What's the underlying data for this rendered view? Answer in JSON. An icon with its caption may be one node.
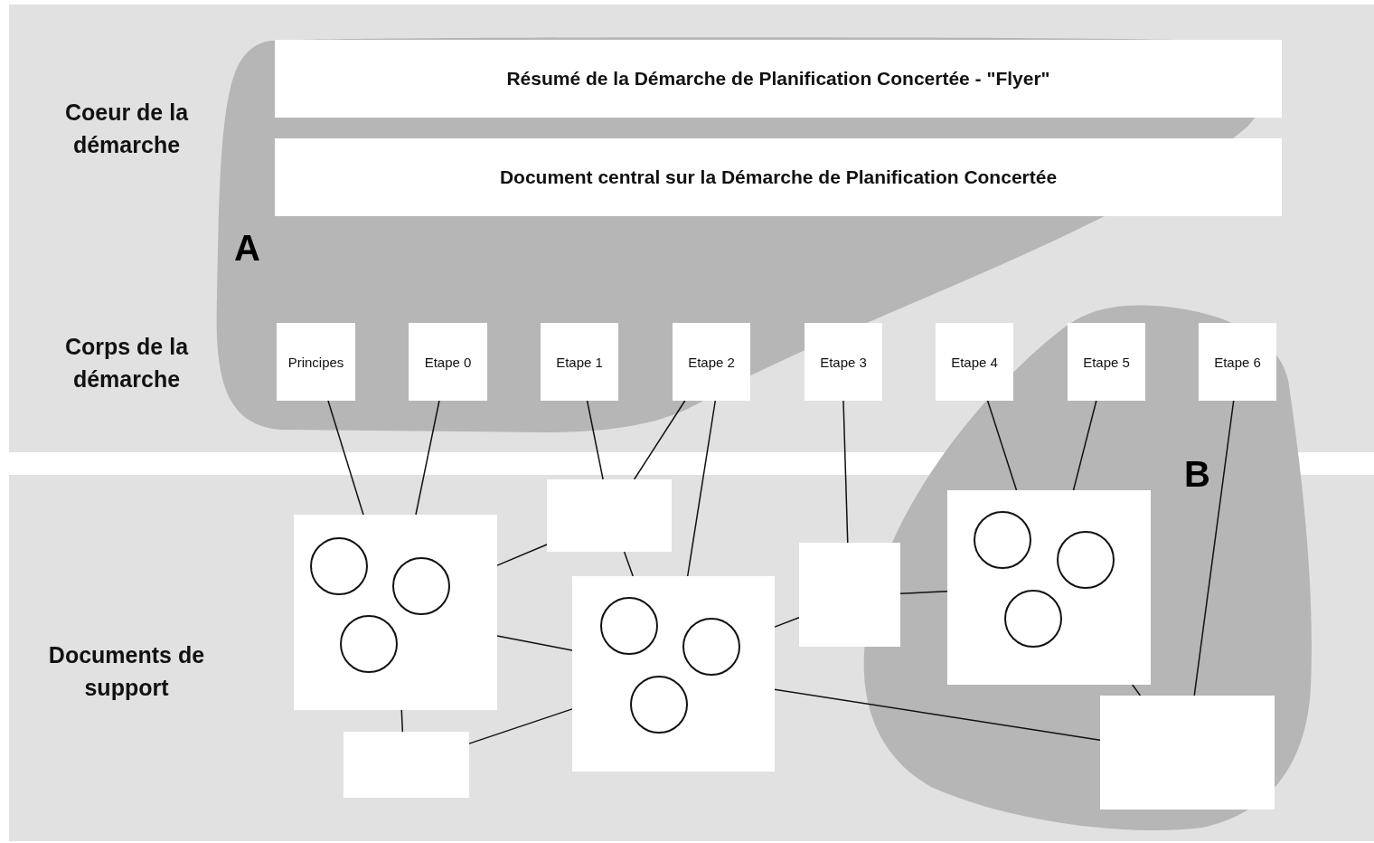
{
  "diagram": {
    "nodes": [
      {
        "text": [
          "Résumé de la Démarche de Planification Concertée - \"Flyer\""
        ]
      },
      {
        "text": [
          "Document central sur la Démarche de Planification Concertée"
        ]
      },
      {
        "text": [
          "Principes"
        ]
      },
      {
        "text": [
          "Etape 0"
        ]
      },
      {
        "text": [
          "Etape 1"
        ]
      },
      {
        "text": [
          "Etape 2"
        ]
      },
      {
        "text": [
          "Etape 3"
        ]
      },
      {
        "text": [
          "Etape 4"
        ]
      },
      {
        "text": [
          "Etape 5"
        ]
      },
      {
        "text": [
          "Etape 6"
        ]
      },
      {
        "text": [],
        "shape": "box"
      },
      {
        "text": [],
        "shape": "box"
      },
      {
        "text": [],
        "shape": "circle",
        "in": 11
      },
      {
        "text": [],
        "shape": "circle",
        "in": 11
      },
      {
        "text": [],
        "shape": "circle",
        "in": 11
      },
      {
        "text": [],
        "shape": "box"
      },
      {
        "text": [],
        "shape": "circle",
        "in": 15
      },
      {
        "text": [],
        "shape": "circle",
        "in": 15
      },
      {
        "text": [],
        "shape": "circle",
        "in": 15
      },
      {
        "text": [],
        "shape": "box"
      },
      {
        "text": [],
        "shape": "box"
      },
      {
        "text": [],
        "shape": "circle",
        "in": 20
      },
      {
        "text": [],
        "shape": "circle",
        "in": 20
      },
      {
        "text": [],
        "shape": "circle",
        "in": 20
      },
      {
        "text": [],
        "shape": "box"
      },
      {
        "text": [],
        "shape": "box"
      }
    ],
    "edges": [
      {
        "from": 2,
        "to": 11,
        "arrow": "none"
      },
      {
        "from": 3,
        "to": 11,
        "arrow": "none"
      },
      {
        "from": 4,
        "to": 10,
        "arrow": "none"
      },
      {
        "from": 5,
        "to": 10,
        "arrow": "none"
      },
      {
        "from": 5,
        "to": 15,
        "arrow": "none"
      },
      {
        "from": 6,
        "to": 19,
        "arrow": "none"
      },
      {
        "from": 7,
        "to": 20,
        "arrow": "none"
      },
      {
        "from": 8,
        "to": 20,
        "arrow": "none"
      },
      {
        "from": 9,
        "to": 25,
        "arrow": "none"
      },
      {
        "from": 11,
        "to": 10,
        "arrow": "none"
      },
      {
        "from": 10,
        "to": 15,
        "arrow": "none"
      },
      {
        "from": 11,
        "to": 15,
        "arrow": "none"
      },
      {
        "from": 11,
        "to": 24,
        "arrow": "none"
      },
      {
        "from": 24,
        "to": 15,
        "arrow": "none"
      },
      {
        "from": 19,
        "to": 15,
        "arrow": "none"
      },
      {
        "from": 19,
        "to": 20,
        "arrow": "none"
      },
      {
        "from": 15,
        "to": 25,
        "arrow": "none"
      },
      {
        "from": 20,
        "to": 25,
        "arrow": "none"
      }
    ],
    "labels": [
      "Coeur de la démarche",
      "A",
      "Corps de la démarche",
      "B",
      "Documents de support"
    ]
  }
}
